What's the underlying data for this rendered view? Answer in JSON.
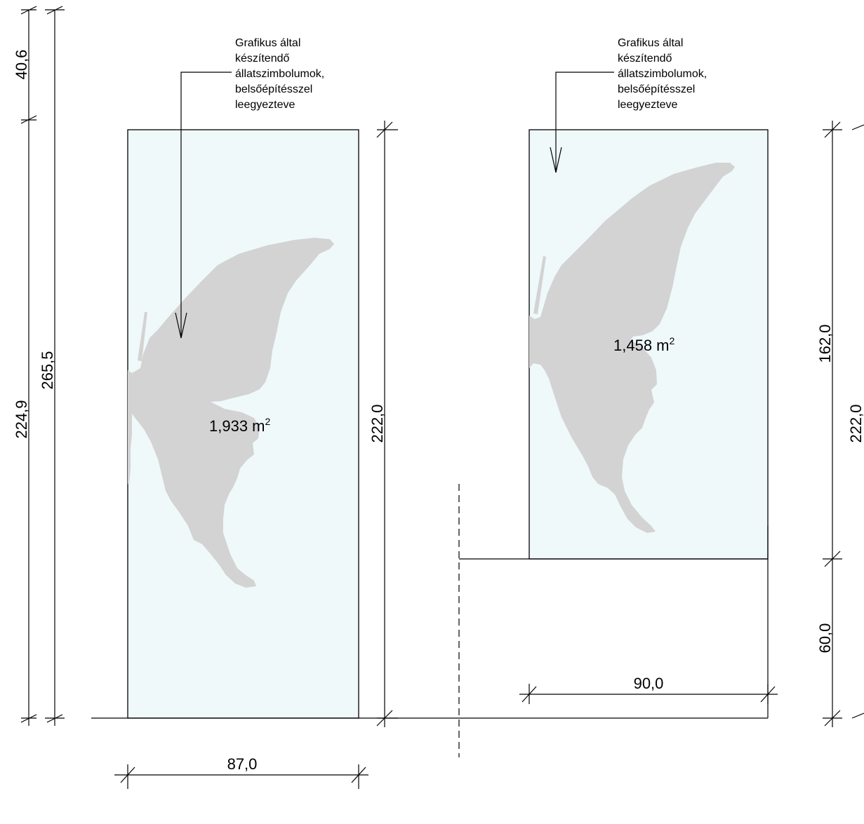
{
  "dimensions": {
    "left_outer_top": "40,6",
    "left_outer_bottom": "224,9",
    "left_total": "265,5",
    "panel1_height": "222,0",
    "panel1_width": "87,0",
    "panel2_width": "90,0",
    "right_upper": "162,0",
    "right_lower": "60,0",
    "right_total": "222,0"
  },
  "notes": {
    "note1": [
      "Grafikus által",
      "készítendő",
      "állatszimbolumok,",
      "belsőépítésszel",
      "leegyezteve"
    ],
    "note2": [
      "Grafikus által",
      "készítendő",
      "állatszimbolumok,",
      "belsőépítésszel",
      "leegyezteve"
    ]
  },
  "areas": {
    "panel1": {
      "value": "1,933 m",
      "unit_sup": "2"
    },
    "panel2": {
      "value": "1,458 m",
      "unit_sup": "2"
    }
  },
  "colors": {
    "glass": "#eff9fa",
    "butterfly": "#d3d3d3"
  },
  "icons": {
    "leader_arrow": "arrow-down-icon",
    "dimension_tick": "slash-tick-icon"
  }
}
